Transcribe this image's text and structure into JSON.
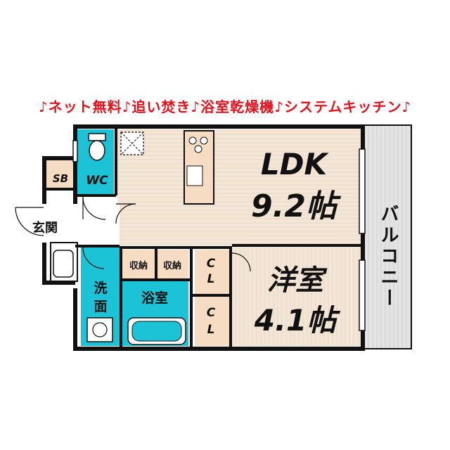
{
  "banner": "♪ネット無料♪追い焚き♪浴室乾燥機♪システムキッチン♪",
  "rooms": {
    "ldk_name": "LDK",
    "ldk_size": "9.2帖",
    "western_name": "洋室",
    "western_size": "4.1帖",
    "balcony": "バルコニー",
    "entrance": "玄関",
    "sb": "SB",
    "wc": "WC",
    "washroom_1": "洗",
    "washroom_2": "面",
    "bathroom": "浴室",
    "storage_1": "収納",
    "storage_2": "収納",
    "closet_1": "CL",
    "closet_2": "CL"
  },
  "colors": {
    "banner": "#e8101a",
    "wall": "#111111",
    "cyan": "#1cc3d6",
    "wood": "#f3e6d6",
    "peach": "#f7dcc4",
    "balcony": "#dcdcdc"
  }
}
